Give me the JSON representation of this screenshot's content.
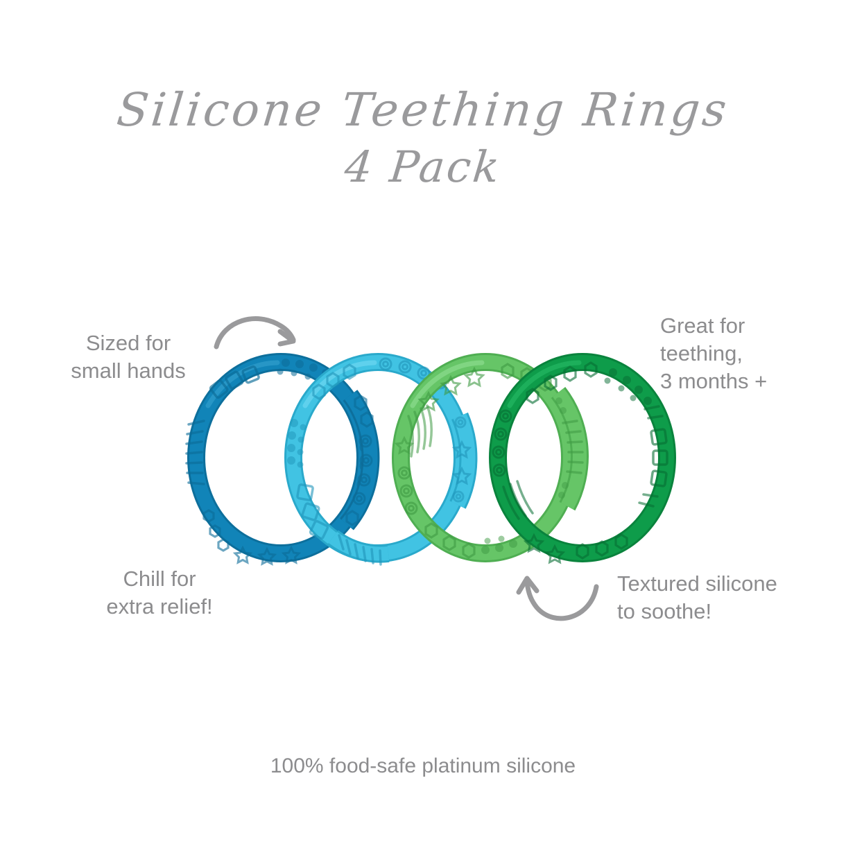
{
  "title": {
    "line1": "Silicone Teething Rings",
    "line2": "4 Pack",
    "color": "#9a9a9c"
  },
  "callouts": {
    "sized": "Sized for\nsmall hands",
    "great": "Great for\nteething,\n3 months +",
    "chill": "Chill for\nextra relief!",
    "textured": "Textured silicone\nto soothe!"
  },
  "footer": {
    "note": "100% food-safe platinum silicone"
  },
  "text_color": "#8c8c8e",
  "arrows": {
    "top_left": "arc-arrow-pointing-down-right",
    "bottom_right": "u-arrow-pointing-up-left"
  },
  "product": {
    "name": "Silicone Teething Rings",
    "pack_count": "4 Pack",
    "ring_count": 4,
    "rings": [
      {
        "name": "dark-blue-ring",
        "color": "#1184b8",
        "shade": "#0d6f9c",
        "light": "#2c9bcc"
      },
      {
        "name": "light-blue-ring",
        "color": "#41c3e3",
        "shade": "#2aa9cb",
        "light": "#62d3ee"
      },
      {
        "name": "light-green-ring",
        "color": "#66c567",
        "shade": "#4fae52",
        "light": "#84d585"
      },
      {
        "name": "dark-green-ring",
        "color": "#0e9c4a",
        "shade": "#0a833d",
        "light": "#21b15e"
      }
    ],
    "textures": [
      "bumps",
      "squares",
      "hexagons",
      "ridges",
      "stars",
      "concentric-circles"
    ]
  },
  "background_color": "#ffffff"
}
